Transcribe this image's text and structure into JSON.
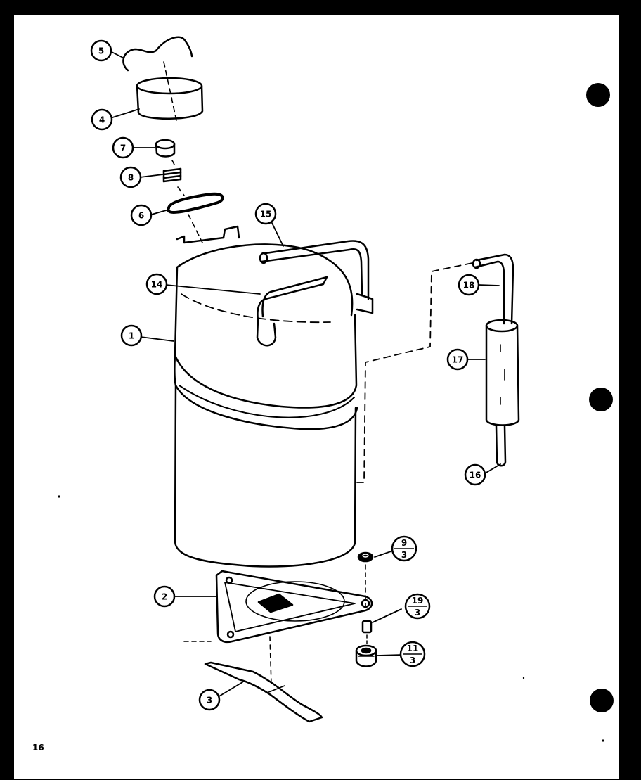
{
  "page": {
    "number": "16"
  },
  "callouts": {
    "c5": {
      "label": "5"
    },
    "c4": {
      "label": "4"
    },
    "c7": {
      "label": "7"
    },
    "c8": {
      "label": "8"
    },
    "c6": {
      "label": "6"
    },
    "c15": {
      "label": "15"
    },
    "c14": {
      "label": "14"
    },
    "c1": {
      "label": "1"
    },
    "c18": {
      "label": "18"
    },
    "c17": {
      "label": "17"
    },
    "c16": {
      "label": "16"
    },
    "c2": {
      "label": "2"
    },
    "c3": {
      "label": "3"
    },
    "c9": {
      "top": "9",
      "bottom": "3"
    },
    "c19": {
      "top": "19",
      "bottom": "3"
    },
    "c11": {
      "top": "11",
      "bottom": "3"
    }
  }
}
